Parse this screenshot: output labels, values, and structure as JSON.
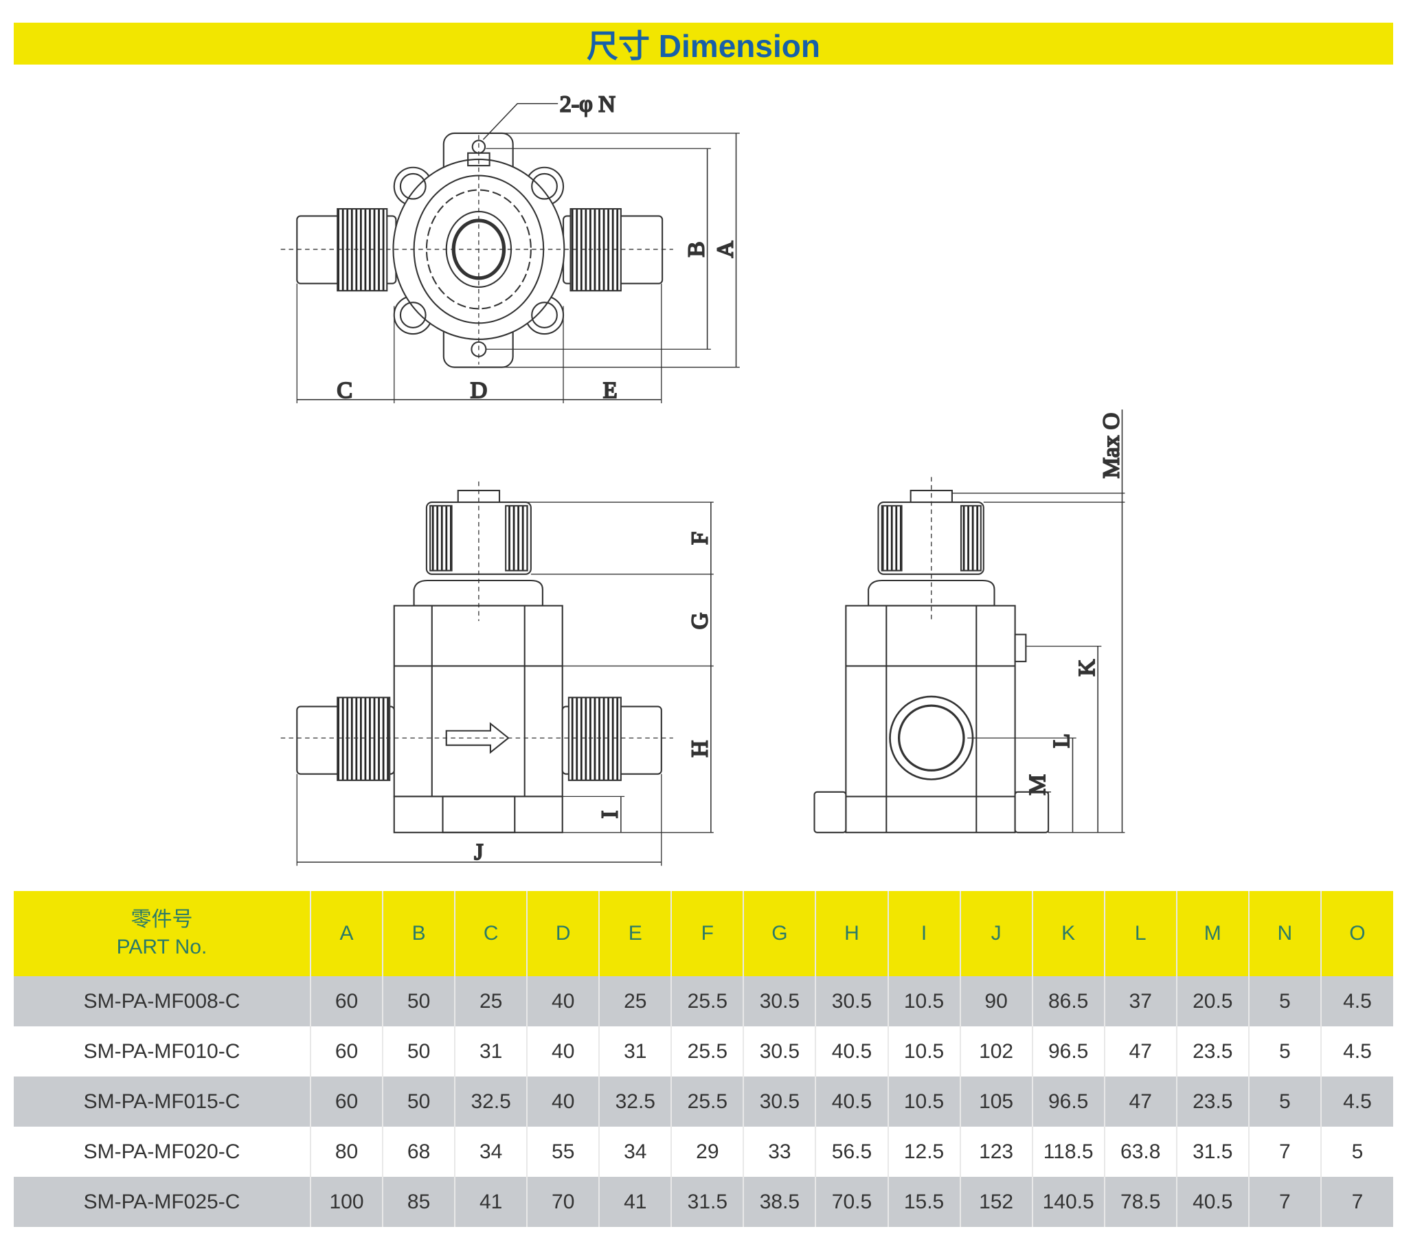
{
  "title": "尺寸 Dimension",
  "drawing": {
    "hole_label": "2-φ N",
    "labels": {
      "A": "A",
      "B": "B",
      "C": "C",
      "D": "D",
      "E": "E",
      "F": "F",
      "G": "G",
      "H": "H",
      "I": "I",
      "J": "J",
      "K": "K",
      "L": "L",
      "M": "M",
      "O": "Max O"
    }
  },
  "table": {
    "part_header_cn": "零件号",
    "part_header_en": "PART No.",
    "columns": [
      "A",
      "B",
      "C",
      "D",
      "E",
      "F",
      "G",
      "H",
      "I",
      "J",
      "K",
      "L",
      "M",
      "N",
      "O"
    ],
    "rows": [
      {
        "part": "SM-PA-MF008-C",
        "values": [
          "60",
          "50",
          "25",
          "40",
          "25",
          "25.5",
          "30.5",
          "30.5",
          "10.5",
          "90",
          "86.5",
          "37",
          "20.5",
          "5",
          "4.5"
        ]
      },
      {
        "part": "SM-PA-MF010-C",
        "values": [
          "60",
          "50",
          "31",
          "40",
          "31",
          "25.5",
          "30.5",
          "40.5",
          "10.5",
          "102",
          "96.5",
          "47",
          "23.5",
          "5",
          "4.5"
        ]
      },
      {
        "part": "SM-PA-MF015-C",
        "values": [
          "60",
          "50",
          "32.5",
          "40",
          "32.5",
          "25.5",
          "30.5",
          "40.5",
          "10.5",
          "105",
          "96.5",
          "47",
          "23.5",
          "5",
          "4.5"
        ]
      },
      {
        "part": "SM-PA-MF020-C",
        "values": [
          "80",
          "68",
          "34",
          "55",
          "34",
          "29",
          "33",
          "56.5",
          "12.5",
          "123",
          "118.5",
          "63.8",
          "31.5",
          "7",
          "5"
        ]
      },
      {
        "part": "SM-PA-MF025-C",
        "values": [
          "100",
          "85",
          "41",
          "70",
          "41",
          "31.5",
          "38.5",
          "70.5",
          "15.5",
          "152",
          "140.5",
          "78.5",
          "40.5",
          "7",
          "7"
        ]
      }
    ]
  }
}
